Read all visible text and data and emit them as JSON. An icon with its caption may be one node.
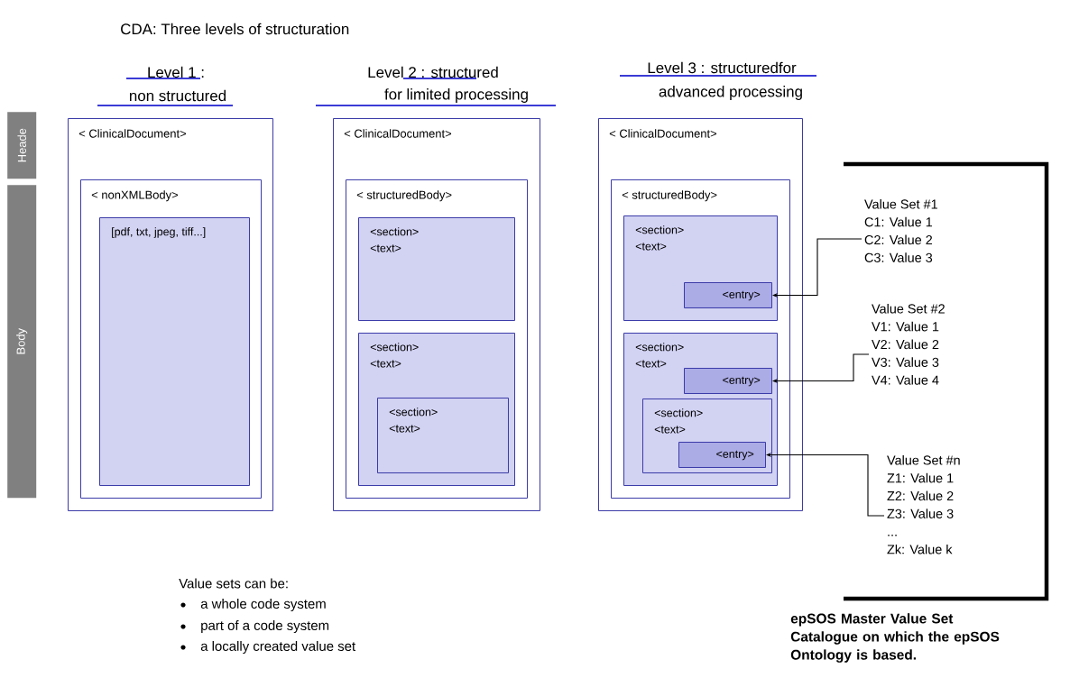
{
  "diagram": {
    "title": "CDA: Three levels of structuration",
    "nodes": [
      {
        "text": [
          "Heade"
        ]
      },
      {
        "text": [
          "Body"
        ]
      },
      {
        "text": [
          "< ClinicalDocument>"
        ]
      },
      {
        "text": [
          "< nonXMLBody>"
        ],
        "in": 2
      },
      {
        "text": [
          "[pdf, txt, jpeg, tiff...]"
        ],
        "in": 3
      },
      {
        "text": [
          "< ClinicalDocument>"
        ]
      },
      {
        "text": [
          "< structuredBody>"
        ],
        "in": 5
      },
      {
        "text": [
          "<section>",
          "<text>"
        ],
        "in": 6
      },
      {
        "text": [
          "<section>",
          "<text>"
        ],
        "in": 6
      },
      {
        "text": [
          "<section>",
          "<text>"
        ],
        "in": 8
      },
      {
        "text": [
          "< ClinicalDocument>"
        ]
      },
      {
        "text": [
          "< structuredBody>"
        ],
        "in": 10
      },
      {
        "text": [
          "<section>",
          "<text>"
        ],
        "in": 11
      },
      {
        "text": [
          "<entry>"
        ],
        "in": 12
      },
      {
        "text": [
          "<section>",
          "<text>"
        ],
        "in": 11
      },
      {
        "text": [
          "<entry>"
        ],
        "in": 14
      },
      {
        "text": [
          "<section>",
          "<text>"
        ],
        "in": 14
      },
      {
        "text": [
          "<entry>"
        ],
        "in": 16
      },
      {
        "text": [
          "Value Set #1",
          "C1: Value 1",
          "C2: Value 2",
          "C3: Value 3"
        ]
      },
      {
        "text": [
          "Value Set #2",
          "V1: Value 1",
          "V2: Value 2",
          "V3: Value 3",
          "V4: Value 4"
        ]
      },
      {
        "text": [
          "Value Set #n",
          "Z1: Value 1",
          "Z2: Value 2",
          "Z3: Value 3",
          "...",
          "Zk: Value k"
        ]
      }
    ],
    "edges": [
      {
        "from": 18,
        "to": 13,
        "arrow": "to"
      },
      {
        "from": 19,
        "to": 15,
        "arrow": "to"
      },
      {
        "from": 20,
        "to": 17,
        "arrow": "to"
      }
    ],
    "labels": [
      "Level 1 :",
      "non structured",
      "Level 2 : structured",
      "for limited processing",
      "Level 3 : structuredfor",
      "advanced processing",
      "Value sets can be:",
      "a whole code system",
      "part of a code system",
      "a locally created value set",
      "epSOS Master Value Set Catalogue on which the epSOS Ontology is based."
    ]
  }
}
